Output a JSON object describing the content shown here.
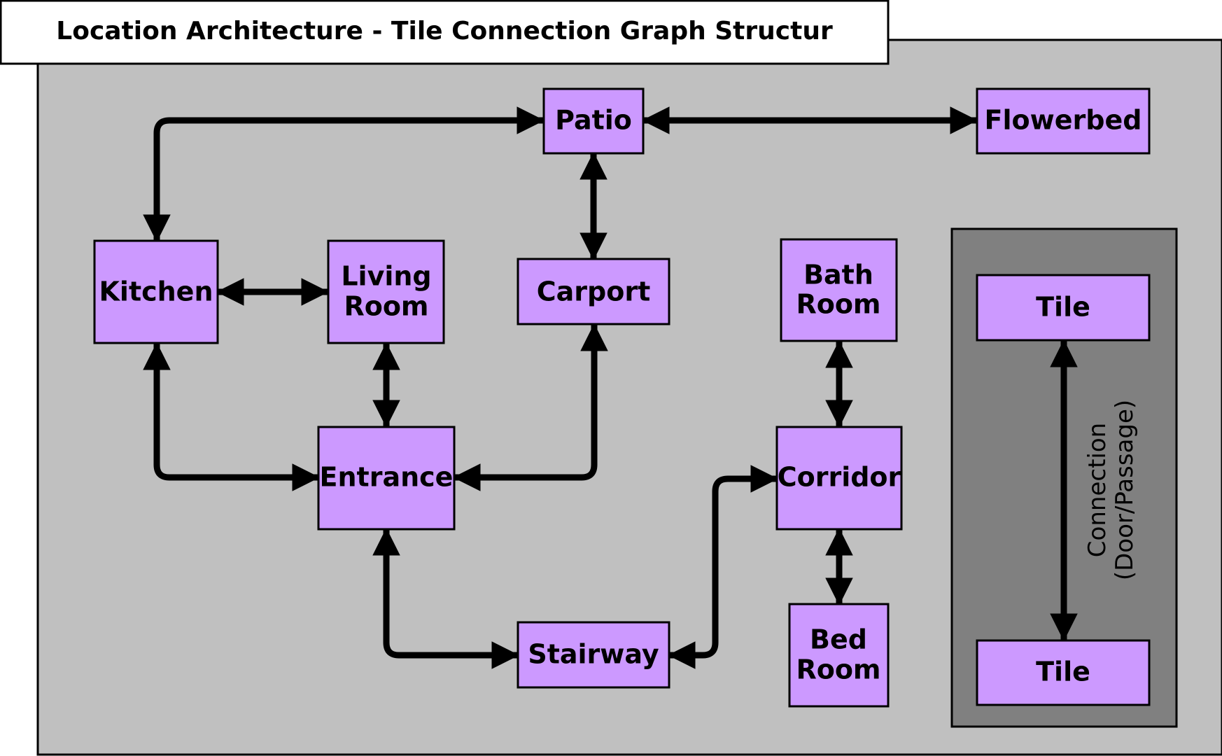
{
  "title": "Location Architecture - Tile Connection Graph Structur",
  "colors": {
    "canvas_bg": "#c0c0c0",
    "node_fill": "#cc99ff",
    "legend_bg": "#808080",
    "edge": "#000000",
    "title_bg": "#ffffff"
  },
  "nodes": {
    "patio": "Patio",
    "flowerbed": "Flowerbed",
    "kitchen": "Kitchen",
    "living_room": [
      "Living",
      "Room"
    ],
    "carport": "Carport",
    "bath_room": [
      "Bath",
      "Room"
    ],
    "entrance": "Entrance",
    "corridor": "Corridor",
    "stairway": "Stairway",
    "bed_room": [
      "Bed",
      "Room"
    ]
  },
  "edges": [
    {
      "from": "Patio",
      "to": "Flowerbed",
      "type": "bidirectional"
    },
    {
      "from": "Patio",
      "to": "Kitchen",
      "type": "bidirectional"
    },
    {
      "from": "Patio",
      "to": "Carport",
      "type": "bidirectional"
    },
    {
      "from": "Kitchen",
      "to": "Living Room",
      "type": "bidirectional"
    },
    {
      "from": "Kitchen",
      "to": "Entrance",
      "type": "bidirectional"
    },
    {
      "from": "Living Room",
      "to": "Entrance",
      "type": "bidirectional"
    },
    {
      "from": "Carport",
      "to": "Entrance",
      "type": "bidirectional"
    },
    {
      "from": "Entrance",
      "to": "Stairway",
      "type": "bidirectional"
    },
    {
      "from": "Stairway",
      "to": "Corridor",
      "type": "bidirectional"
    },
    {
      "from": "Bath Room",
      "to": "Corridor",
      "type": "bidirectional"
    },
    {
      "from": "Corridor",
      "to": "Bed Room",
      "type": "bidirectional"
    }
  ],
  "legend": {
    "tile_top": "Tile",
    "tile_bottom": "Tile",
    "connection_line1": "Connection",
    "connection_line2": "(Door/Passage)"
  }
}
